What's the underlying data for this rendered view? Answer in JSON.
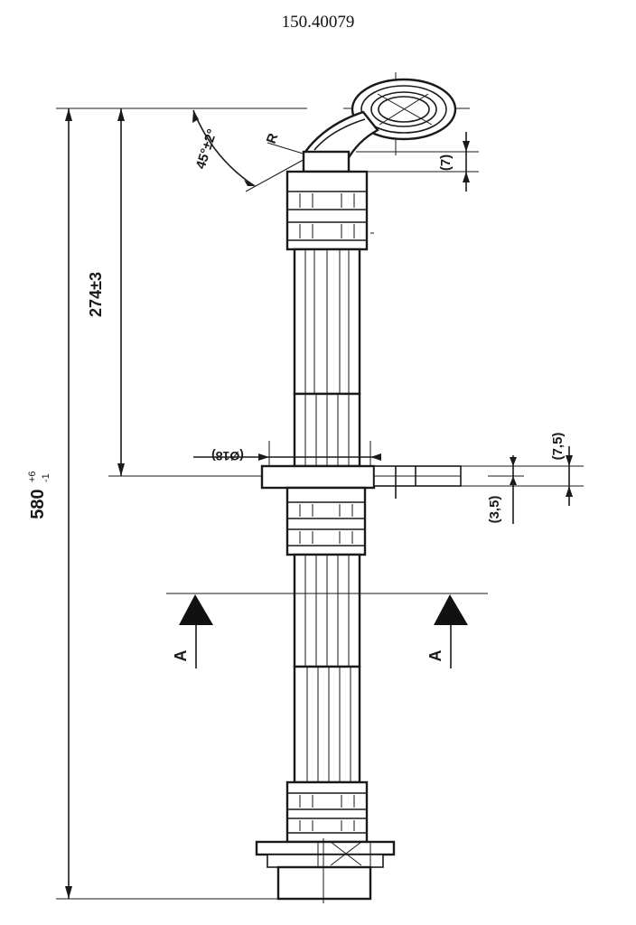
{
  "title": "150.40079",
  "dimensions": {
    "overall_length": {
      "base": "580",
      "tolerance_upper": "+6",
      "tolerance_lower": "-1"
    },
    "bracket_position": "274±3",
    "angle": "45°±2°",
    "radius": "R",
    "eye_offset": "(7)",
    "bracket_diameter": "(Ø18)",
    "bracket_thickness_top": "(7,5)",
    "bracket_thickness_bottom": "(3,5)"
  },
  "section": {
    "label": "A"
  }
}
